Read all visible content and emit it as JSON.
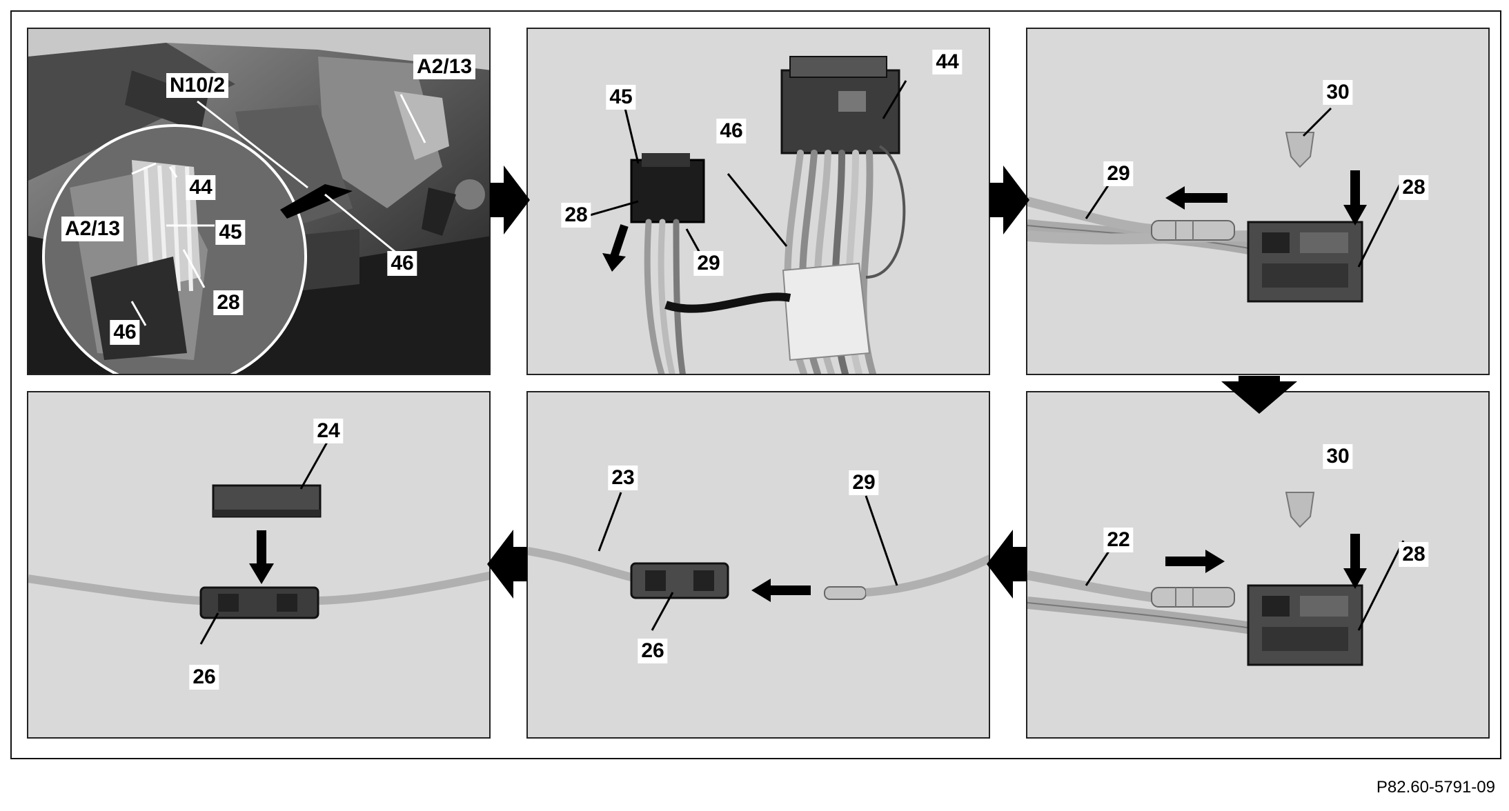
{
  "figure_id": "P82.60-5791-09",
  "panels": [
    {
      "id": "p1",
      "labels": {
        "n10_2": "N10/2",
        "a2_13_top": "A2/13",
        "a2_13_left": "A2/13",
        "c44": "44",
        "c45": "45",
        "c28": "28",
        "c46_inset": "46",
        "c46_main": "46"
      }
    },
    {
      "id": "p2",
      "labels": {
        "c45": "45",
        "c28": "28",
        "c29": "29",
        "c46": "46",
        "c44": "44"
      }
    },
    {
      "id": "p3",
      "labels": {
        "c30": "30",
        "c29": "29",
        "c28": "28"
      }
    },
    {
      "id": "p4",
      "labels": {
        "c30": "30",
        "c22": "22",
        "c28": "28"
      }
    },
    {
      "id": "p5",
      "labels": {
        "c23": "23",
        "c29": "29",
        "c26": "26"
      }
    },
    {
      "id": "p6",
      "labels": {
        "c24": "24",
        "c26": "26"
      }
    }
  ]
}
